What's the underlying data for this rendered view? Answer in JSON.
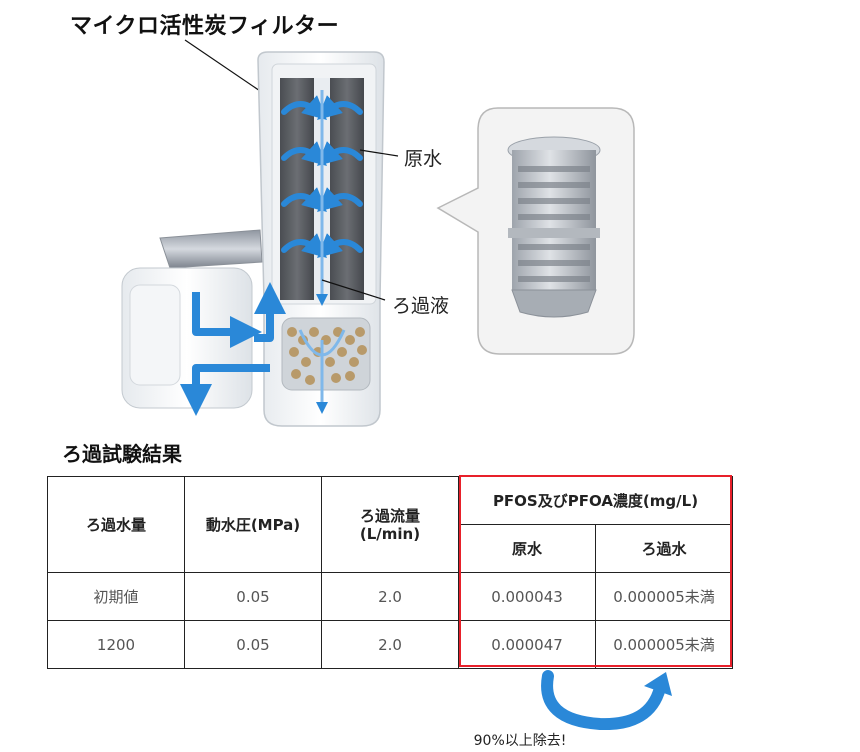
{
  "diagram": {
    "title": "マイクロ活性炭フィルター",
    "label_raw_water": "原水",
    "label_filtrate": "ろ過液"
  },
  "results": {
    "title": "ろ過試験結果",
    "headers": {
      "volume": "ろ過水量",
      "pressure": "動水圧(MPa)",
      "flow_rate": "ろ過流量\n(L/min)",
      "concentration": "PFOS及びPFOA濃度(mg/L)",
      "raw_water": "原水",
      "filtered": "ろ過水"
    },
    "rows": [
      {
        "volume": "初期値",
        "pressure": "0.05",
        "flow": "2.0",
        "raw": "0.000043",
        "filtered": "0.000005未満"
      },
      {
        "volume": "1200",
        "pressure": "0.05",
        "flow": "2.0",
        "raw": "0.000047",
        "filtered": "0.000005未満"
      }
    ],
    "removal_note": "90%以上除去!"
  },
  "colors": {
    "highlight_frame": "#e8202a",
    "arrow_blue": "#2a88d8"
  }
}
